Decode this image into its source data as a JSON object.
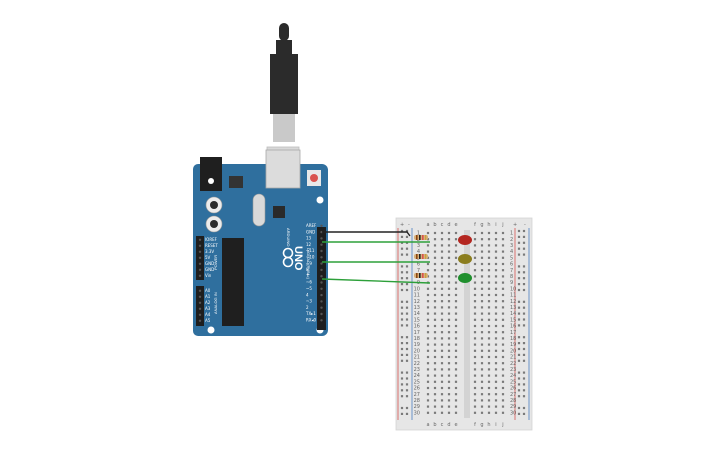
{
  "board": {
    "brand": "ARDUINO",
    "model": "UNO",
    "section_digital": "DIGITAL (PWM~)",
    "section_power": "POWER",
    "section_analog": "ANALOG IN",
    "header_labels": [
      "AREF",
      "GND",
      "13",
      "12",
      "~11",
      "~10",
      "~9",
      "8",
      "7",
      "~6",
      "~5",
      "4",
      "~3",
      "2",
      "TX▸1",
      "RX◂0"
    ],
    "power_labels": [
      "IOREF",
      "RESET",
      "3.3V",
      "5V",
      "GND",
      "GND",
      "Vin"
    ],
    "analog_labels": [
      "A0",
      "A1",
      "A2",
      "A3",
      "A4",
      "A5"
    ]
  },
  "breadboard": {
    "columns_left": [
      "a",
      "b",
      "c",
      "d",
      "e"
    ],
    "columns_right": [
      "f",
      "g",
      "h",
      "i",
      "j"
    ],
    "rail_plus": "+",
    "rail_minus": "-",
    "row_count": 30
  },
  "components": {
    "leds": [
      {
        "name": "red-led",
        "color": "#b3251f"
      },
      {
        "name": "yellow-led",
        "color": "#8b7d1e"
      },
      {
        "name": "green-led",
        "color": "#1f8f2d"
      }
    ],
    "wire_colors": {
      "gnd": "#222222",
      "signal": "#2da03a"
    }
  },
  "colors": {
    "board_blue": "#2f6f9e",
    "board_dark": "#245b84",
    "breadboard": "#e6e6e6",
    "rail_red": "#d9534f",
    "rail_blue": "#4a7fc1",
    "usb_black": "#2b2b2b",
    "usb_grey": "#c9c9c9"
  }
}
